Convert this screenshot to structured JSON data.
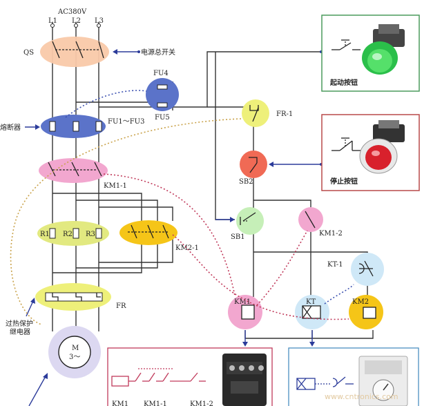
{
  "supply": {
    "title": "AC380V",
    "phases": [
      "L1",
      "L2",
      "L3"
    ]
  },
  "labels": {
    "qs": "QS",
    "qs_desc": "电源总开关",
    "fuse_desc": "熔断器",
    "fu13": "FU1～FU3",
    "fu4": "FU4",
    "fu5": "FU5",
    "km1_1": "KM1-1",
    "r1": "R1",
    "r2": "R2",
    "r3": "R3",
    "km2_1": "KM2-1",
    "fr": "FR",
    "overload_line1": "过热保护",
    "overload_line2": "继电器",
    "motor_m": "M",
    "motor_phase": "3～",
    "fr1": "FR-1",
    "sb2": "SB2",
    "sb1": "SB1",
    "km1_2": "KM1-2",
    "kt1": "KT-1",
    "km1": "KM1",
    "kt": "KT",
    "km2": "KM2",
    "start_btn": "起动按钮",
    "stop_btn": "停止按钮",
    "bottom_km1": "KM1",
    "bottom_km1_1": "KM1-1",
    "bottom_km1_2": "KM1-2",
    "watermark": "www.cntronics.com"
  },
  "colors": {
    "qs": "#f9c9a9",
    "fuse": "#5b73c9",
    "km_pink": "#f2a7cf",
    "yellow_green": "#e2e980",
    "gold": "#f5c518",
    "fr_yellow": "#eef07a",
    "sb2_red": "#f06a55",
    "green_light": "#c6efb8",
    "light_blue": "#cfe8f7",
    "motor": "#dcd8f1",
    "start_border": "#4a9a5c",
    "stop_border": "#b84848"
  }
}
